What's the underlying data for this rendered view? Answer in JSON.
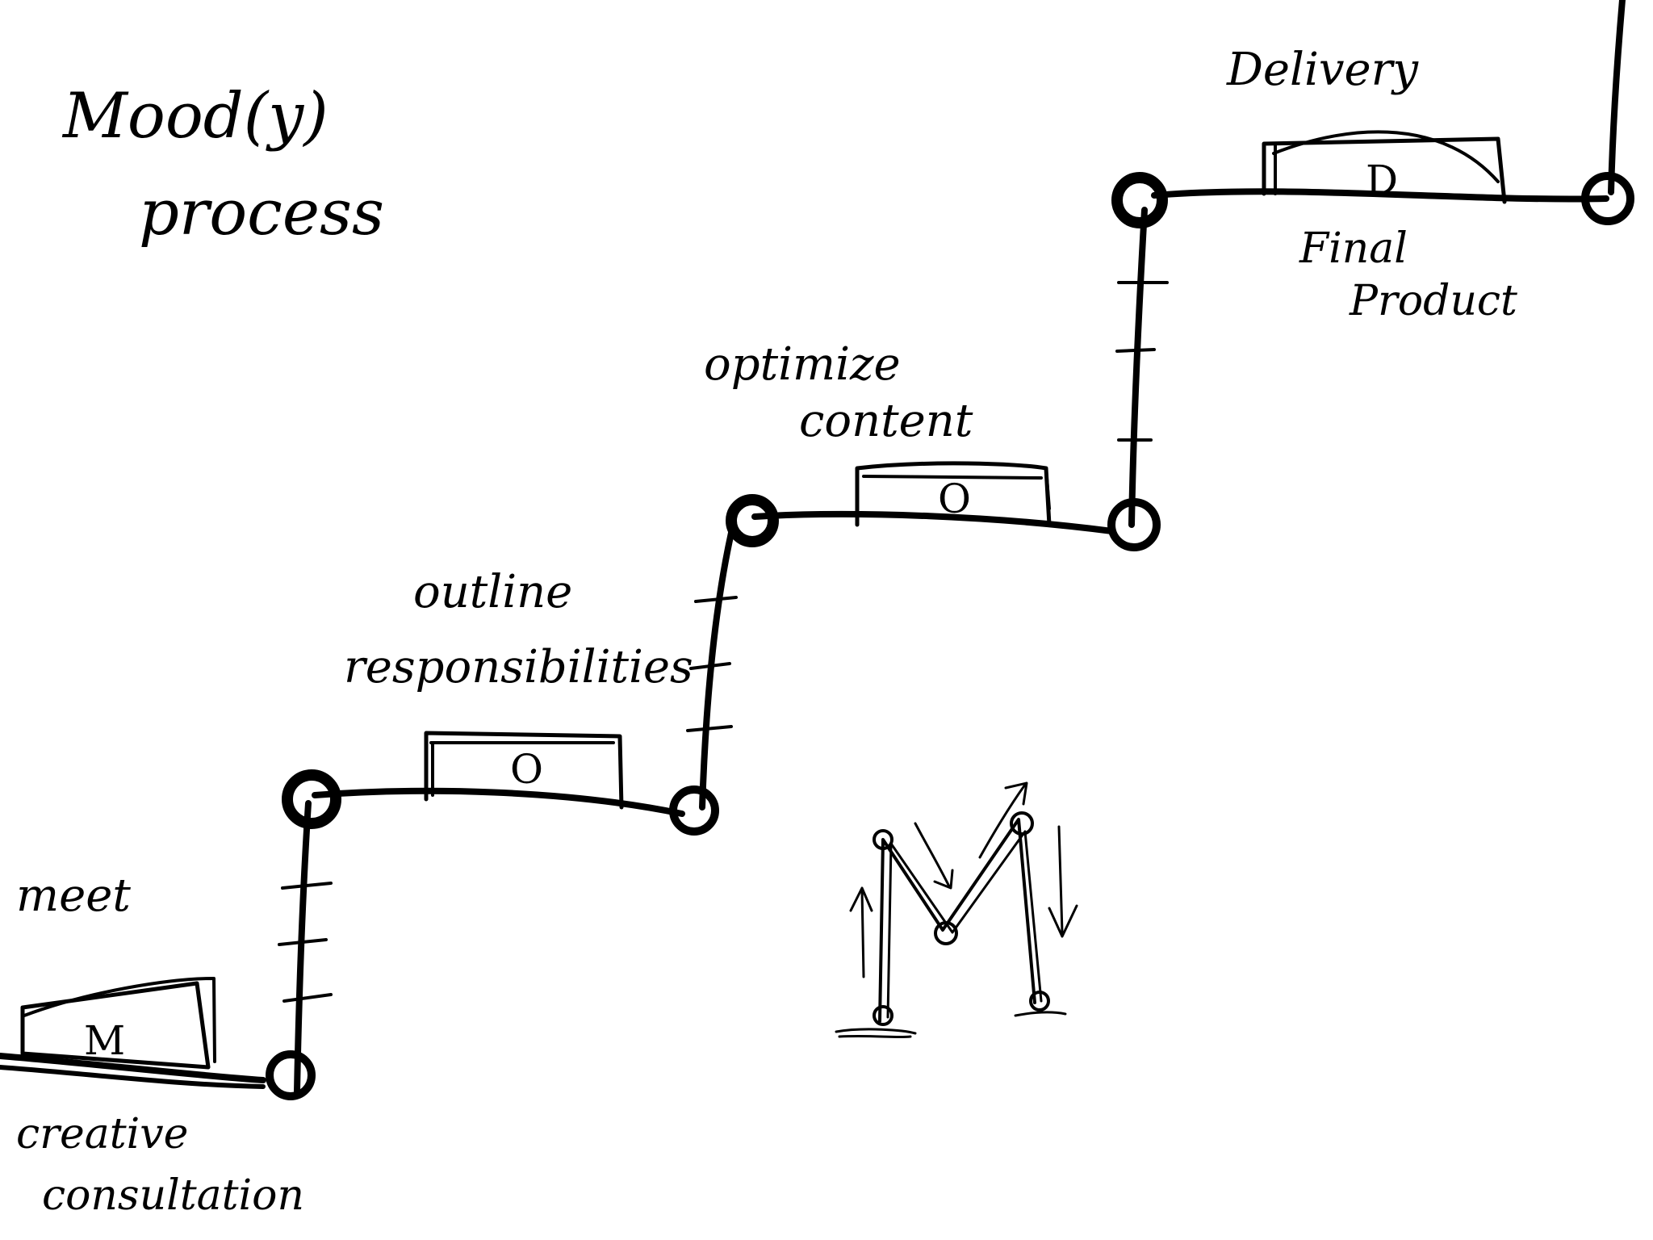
{
  "title": {
    "line1": "Mood(y)",
    "line2": "process"
  },
  "steps": [
    {
      "letter": "M",
      "label_top": "meet",
      "label_bottom_line1": "creative",
      "label_bottom_line2": "consultation"
    },
    {
      "letter": "O",
      "label_line1": "outline",
      "label_line2": "responsibilities"
    },
    {
      "letter": "O",
      "label_line1": "optimize",
      "label_line2": "content"
    },
    {
      "letter": "D",
      "label_top": "Delivery",
      "label_bottom_line1": "Final",
      "label_bottom_line2": "Product"
    }
  ],
  "colors": {
    "ink": "#000000",
    "paper": "#ffffff"
  }
}
